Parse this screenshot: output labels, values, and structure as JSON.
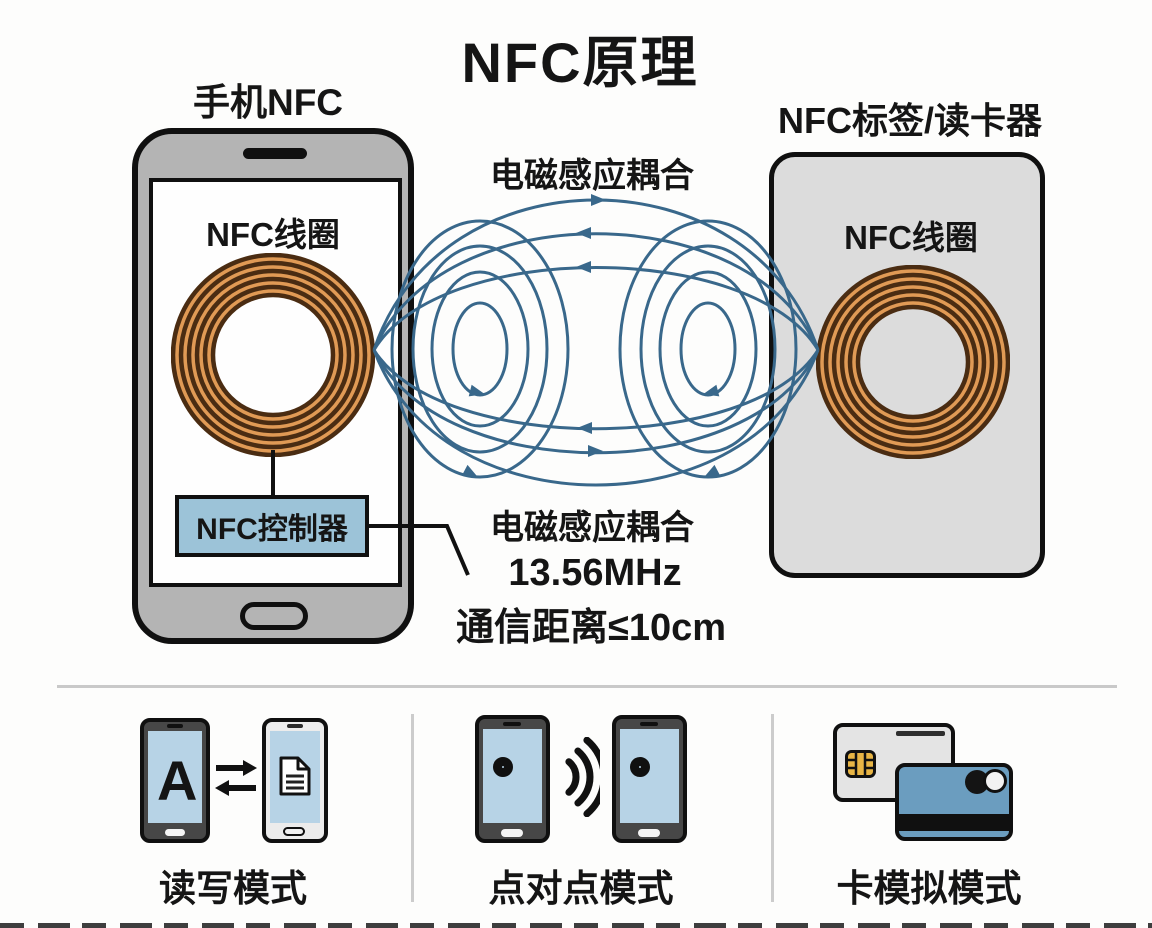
{
  "title": "NFC原理",
  "phone": {
    "label": "手机NFC",
    "coil_label": "NFC线圈",
    "controller_label": "NFC控制器"
  },
  "reader": {
    "label": "NFC标签/读卡器",
    "coil_label": "NFC线圈"
  },
  "coupling": {
    "top_label": "电磁感应耦合",
    "bottom_label": "电磁感应耦合",
    "frequency": "13.56MHz",
    "distance": "通信距离≤10cm"
  },
  "modes": {
    "read_write": {
      "label": "读写模式",
      "screen_letter": "A"
    },
    "peer_to_peer": {
      "label": "点对点模式"
    },
    "card_emulation": {
      "label": "卡模拟模式"
    }
  },
  "icons": {
    "left_coil": "copper-coil-icon",
    "right_coil": "copper-coil-icon",
    "field": "magnetic-field-lines",
    "read_write": [
      "phone-letter-a-icon",
      "transfer-arrows-icon",
      "phone-document-icon"
    ],
    "peer_to_peer": [
      "phone-nfc-ring-icon",
      "signal-waves-icon",
      "phone-nfc-ring-icon"
    ],
    "card_emulation": [
      "chip-card-icon",
      "bank-card-icon"
    ]
  },
  "colors": {
    "field_line": "#39688b",
    "controller_bg": "#9cc3d8",
    "screen_blue": "#b7d3e6",
    "card_blue": "#6b9dbf",
    "chip_yellow": "#e8b545",
    "coil_dark": "#4a2c12",
    "coil_light": "#e09a55"
  }
}
